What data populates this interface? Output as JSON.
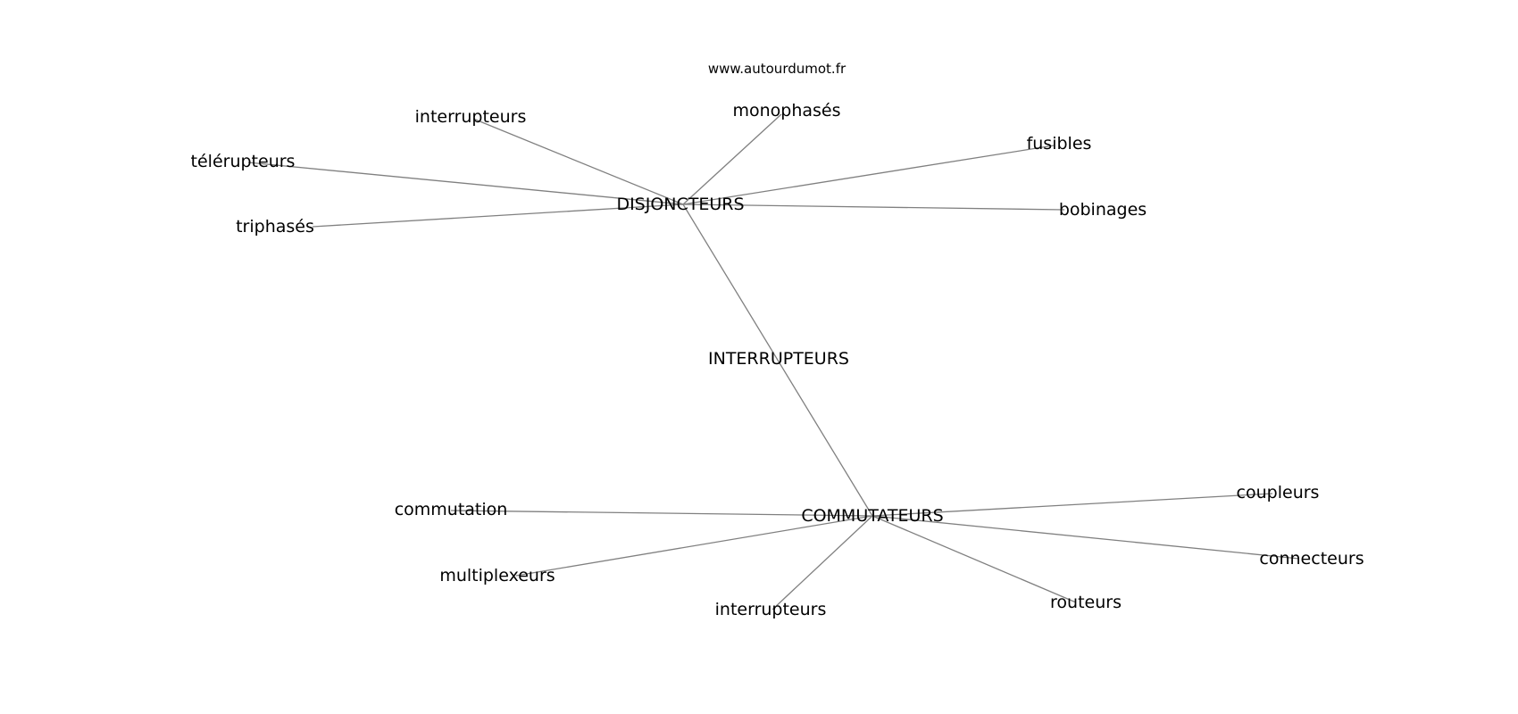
{
  "watermark": "www.autourdumot.fr",
  "graph": {
    "center": "INTERRUPTEURS",
    "nodes": [
      {
        "id": "interrupteurs_top",
        "label": "interrupteurs"
      },
      {
        "id": "monophases",
        "label": "monophasés"
      },
      {
        "id": "fusibles",
        "label": "fusibles"
      },
      {
        "id": "telerupteurs",
        "label": "télérupteurs"
      },
      {
        "id": "disjoncteurs",
        "label": "DISJONCTEURS"
      },
      {
        "id": "bobinages",
        "label": "bobinages"
      },
      {
        "id": "triphases",
        "label": "triphasés"
      },
      {
        "id": "center",
        "label": "INTERRUPTEURS"
      },
      {
        "id": "coupleurs",
        "label": "coupleurs"
      },
      {
        "id": "commutation",
        "label": "commutation"
      },
      {
        "id": "commutateurs",
        "label": "COMMUTATEURS"
      },
      {
        "id": "connecteurs",
        "label": "connecteurs"
      },
      {
        "id": "multiplexeurs",
        "label": "multiplexeurs"
      },
      {
        "id": "routeurs",
        "label": "routeurs"
      },
      {
        "id": "interrupteurs_bottom",
        "label": "interrupteurs"
      }
    ],
    "edges": [
      [
        "disjoncteurs",
        "interrupteurs_top"
      ],
      [
        "disjoncteurs",
        "monophases"
      ],
      [
        "disjoncteurs",
        "fusibles"
      ],
      [
        "disjoncteurs",
        "telerupteurs"
      ],
      [
        "disjoncteurs",
        "bobinages"
      ],
      [
        "disjoncteurs",
        "triphases"
      ],
      [
        "disjoncteurs",
        "commutateurs"
      ],
      [
        "commutateurs",
        "commutation"
      ],
      [
        "commutateurs",
        "coupleurs"
      ],
      [
        "commutateurs",
        "connecteurs"
      ],
      [
        "commutateurs",
        "multiplexeurs"
      ],
      [
        "commutateurs",
        "routeurs"
      ],
      [
        "commutateurs",
        "interrupteurs_bottom"
      ]
    ]
  }
}
